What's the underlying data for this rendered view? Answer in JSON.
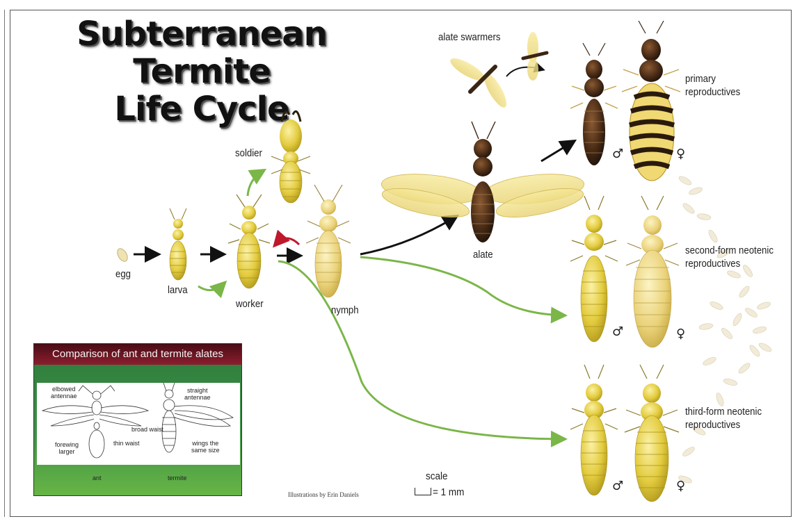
{
  "title": {
    "line1": "Subterranean Termite",
    "line2": "Life Cycle"
  },
  "stages": {
    "egg": "egg",
    "larva": "larva",
    "worker": "worker",
    "soldier": "soldier",
    "nymph": "nymph",
    "alate": "alate",
    "alate_swarmers": "alate swarmers"
  },
  "reproductives": {
    "primary": "primary\nreproductives",
    "second_form": "second-form neotenic\nreproductives",
    "third_form": "third-form neotenic\nreproductives",
    "male_symbol": "♂",
    "female_symbol": "♀"
  },
  "comparison": {
    "title": "Comparison of ant and termite alates",
    "ant_labels": {
      "elbowed_antennae": "elbowed\nantennae",
      "forewing_larger": "forewing\nlarger",
      "thin_waist": "thin waist"
    },
    "termite_labels": {
      "straight_antennae": "straight\nantennae",
      "broad_waist": "broad waist",
      "wings_same_size": "wings the\nsame size"
    },
    "ant": "ant",
    "termite": "termite"
  },
  "scale": {
    "label": "scale",
    "value": "= 1 mm"
  },
  "credit": "Illustrations by Erin Daniels",
  "colors": {
    "green_arrow": "#7ab648",
    "black_arrow": "#111111",
    "red_arrow": "#c0182b",
    "body_yellow": "#e8d24a",
    "alate_brown": "#3a2414"
  }
}
